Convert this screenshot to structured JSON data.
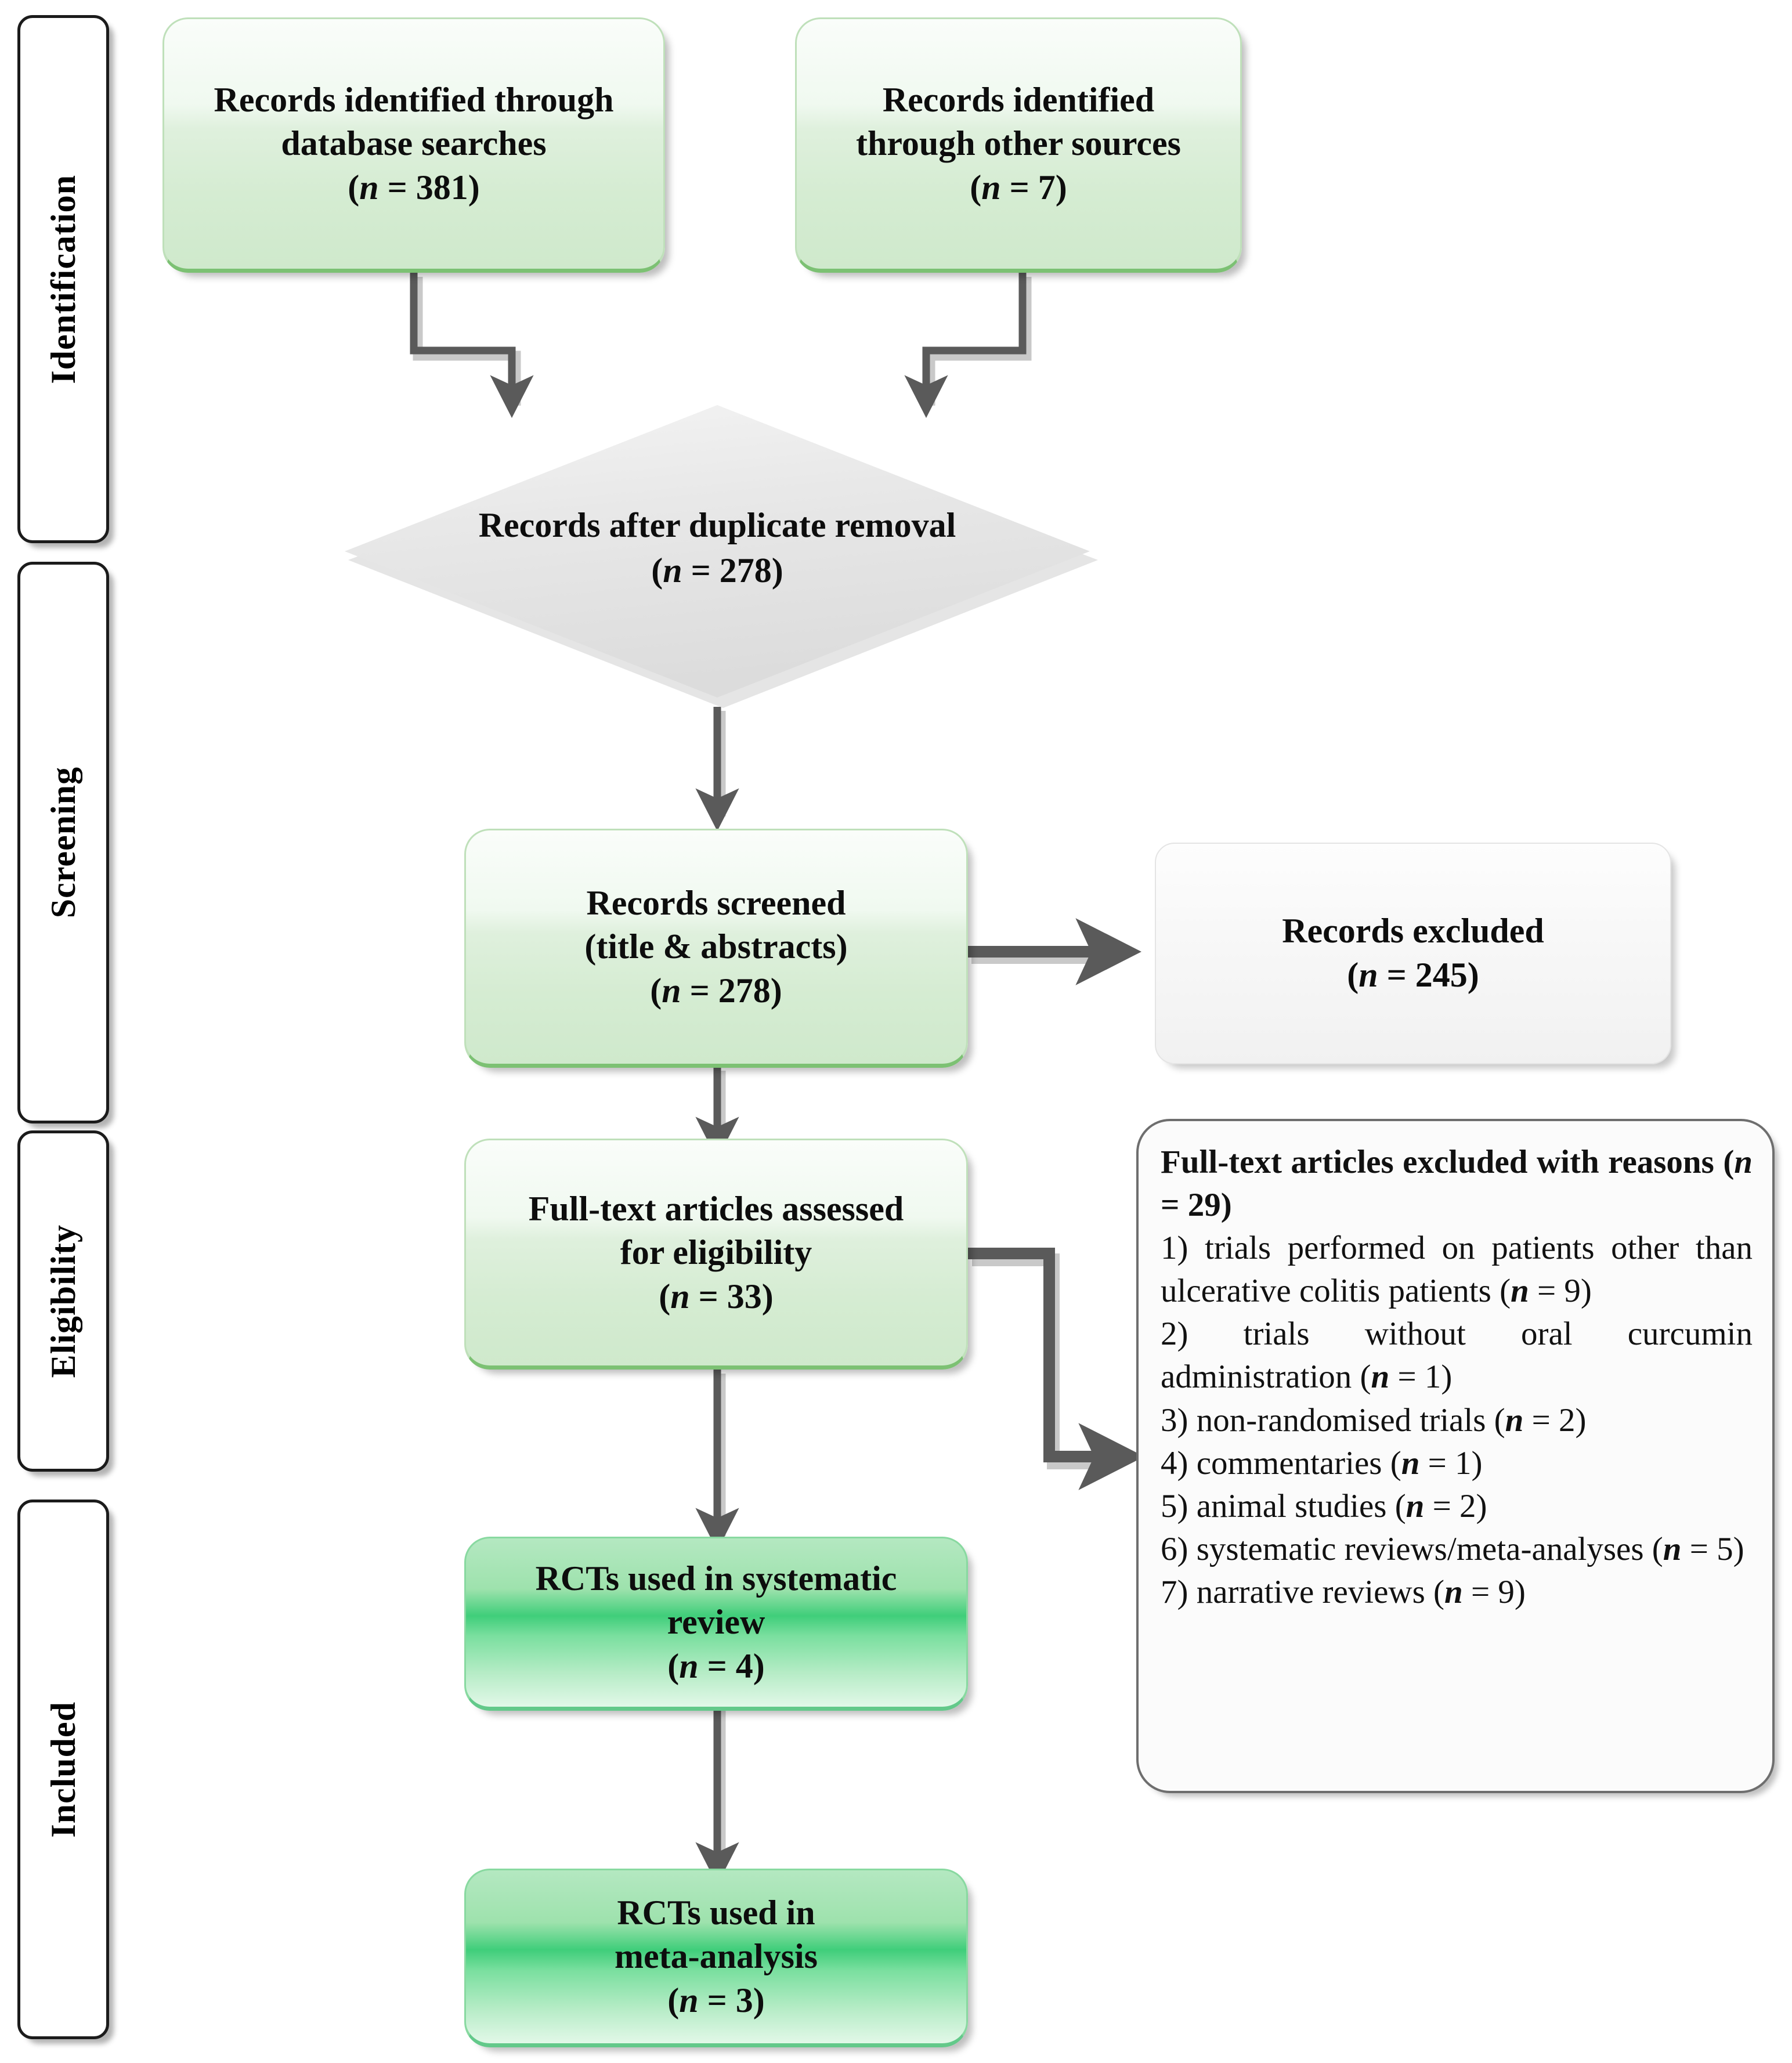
{
  "figure": {
    "type": "prisma-flow-diagram",
    "accent_green": "#d5ecd2",
    "accent_green_strong": "#3fce7a",
    "connector_color": "#5a5a5a",
    "diamond_fill": "#e3e3e3"
  },
  "stages": [
    {
      "label": "Identification"
    },
    {
      "label": "Screening"
    },
    {
      "label": "Eligibility"
    },
    {
      "label": "Included"
    }
  ],
  "nodes": {
    "db_search": {
      "line1": "Records identified through",
      "line2": "database searches",
      "count_prefix": "(",
      "count_n": "n",
      "count_eq": " = ",
      "count_value": "381",
      "count_suffix": ")"
    },
    "other_sources": {
      "line1": "Records identified",
      "line2": "through other sources",
      "count_prefix": "(",
      "count_n": "n",
      "count_eq": " = ",
      "count_value": "7",
      "count_suffix": ")"
    },
    "after_duplicates": {
      "line1": "Records after duplicate removal",
      "count_prefix": "(",
      "count_n": "n",
      "count_eq": " = ",
      "count_value": "278",
      "count_suffix": ")"
    },
    "screened": {
      "line1": "Records screened",
      "line2": "(title & abstracts)",
      "count_prefix": "(",
      "count_n": "n",
      "count_eq": " = ",
      "count_value": "278",
      "count_suffix": ")"
    },
    "records_excluded": {
      "line1": "Records excluded",
      "count_prefix": "(",
      "count_n": "n",
      "count_eq": " = ",
      "count_value": "245",
      "count_suffix": ")"
    },
    "fulltext_assessed": {
      "line1": "Full-text articles assessed",
      "line2": "for eligibility",
      "count_prefix": "(",
      "count_n": "n",
      "count_eq": " = ",
      "count_value": "33",
      "count_suffix": ")"
    },
    "rcts_systematic": {
      "line1": "RCTs used in systematic",
      "line2": "review",
      "count_prefix": "(",
      "count_n": "n",
      "count_eq": " = ",
      "count_value": "4",
      "count_suffix": ")"
    },
    "rcts_meta": {
      "line1": "RCTs used in",
      "line2": "meta-analysis",
      "count_prefix": "(",
      "count_n": "n",
      "count_eq": " = ",
      "count_value": "3",
      "count_suffix": ")"
    }
  },
  "excluded_panel": {
    "heading_text": "Full-text articles excluded with reasons",
    "heading_count": "(n = 29)",
    "reasons": [
      {
        "num": "1)",
        "text": "trials performed on patients other than ulcerative colitis patients",
        "count": "(n = 9)"
      },
      {
        "num": "2)",
        "text": "trials without oral curcumin administration",
        "count": "(n = 1)"
      },
      {
        "num": "3)",
        "text": "non-randomised trials",
        "count": "(n = 2)"
      },
      {
        "num": "4)",
        "text": "commentaries",
        "count": "(n = 1)"
      },
      {
        "num": "5)",
        "text": "animal studies",
        "count": "(n = 2)"
      },
      {
        "num": "6)",
        "text": "systematic reviews/meta-analyses",
        "count": "(n = 5)"
      },
      {
        "num": "7)",
        "text": "narrative reviews",
        "count": "(n = 9)"
      }
    ]
  },
  "flow": {
    "edges": [
      {
        "from": "db_search",
        "to": "after_duplicates",
        "style": "elbow-down"
      },
      {
        "from": "other_sources",
        "to": "after_duplicates",
        "style": "elbow-down"
      },
      {
        "from": "after_duplicates",
        "to": "screened",
        "style": "straight-down"
      },
      {
        "from": "screened",
        "to": "records_excluded",
        "style": "straight-right"
      },
      {
        "from": "screened",
        "to": "fulltext_assessed",
        "style": "straight-down"
      },
      {
        "from": "fulltext_assessed",
        "to": "excluded_panel",
        "style": "elbow-right"
      },
      {
        "from": "fulltext_assessed",
        "to": "rcts_systematic",
        "style": "straight-down"
      },
      {
        "from": "rcts_systematic",
        "to": "rcts_meta",
        "style": "straight-down"
      }
    ]
  }
}
